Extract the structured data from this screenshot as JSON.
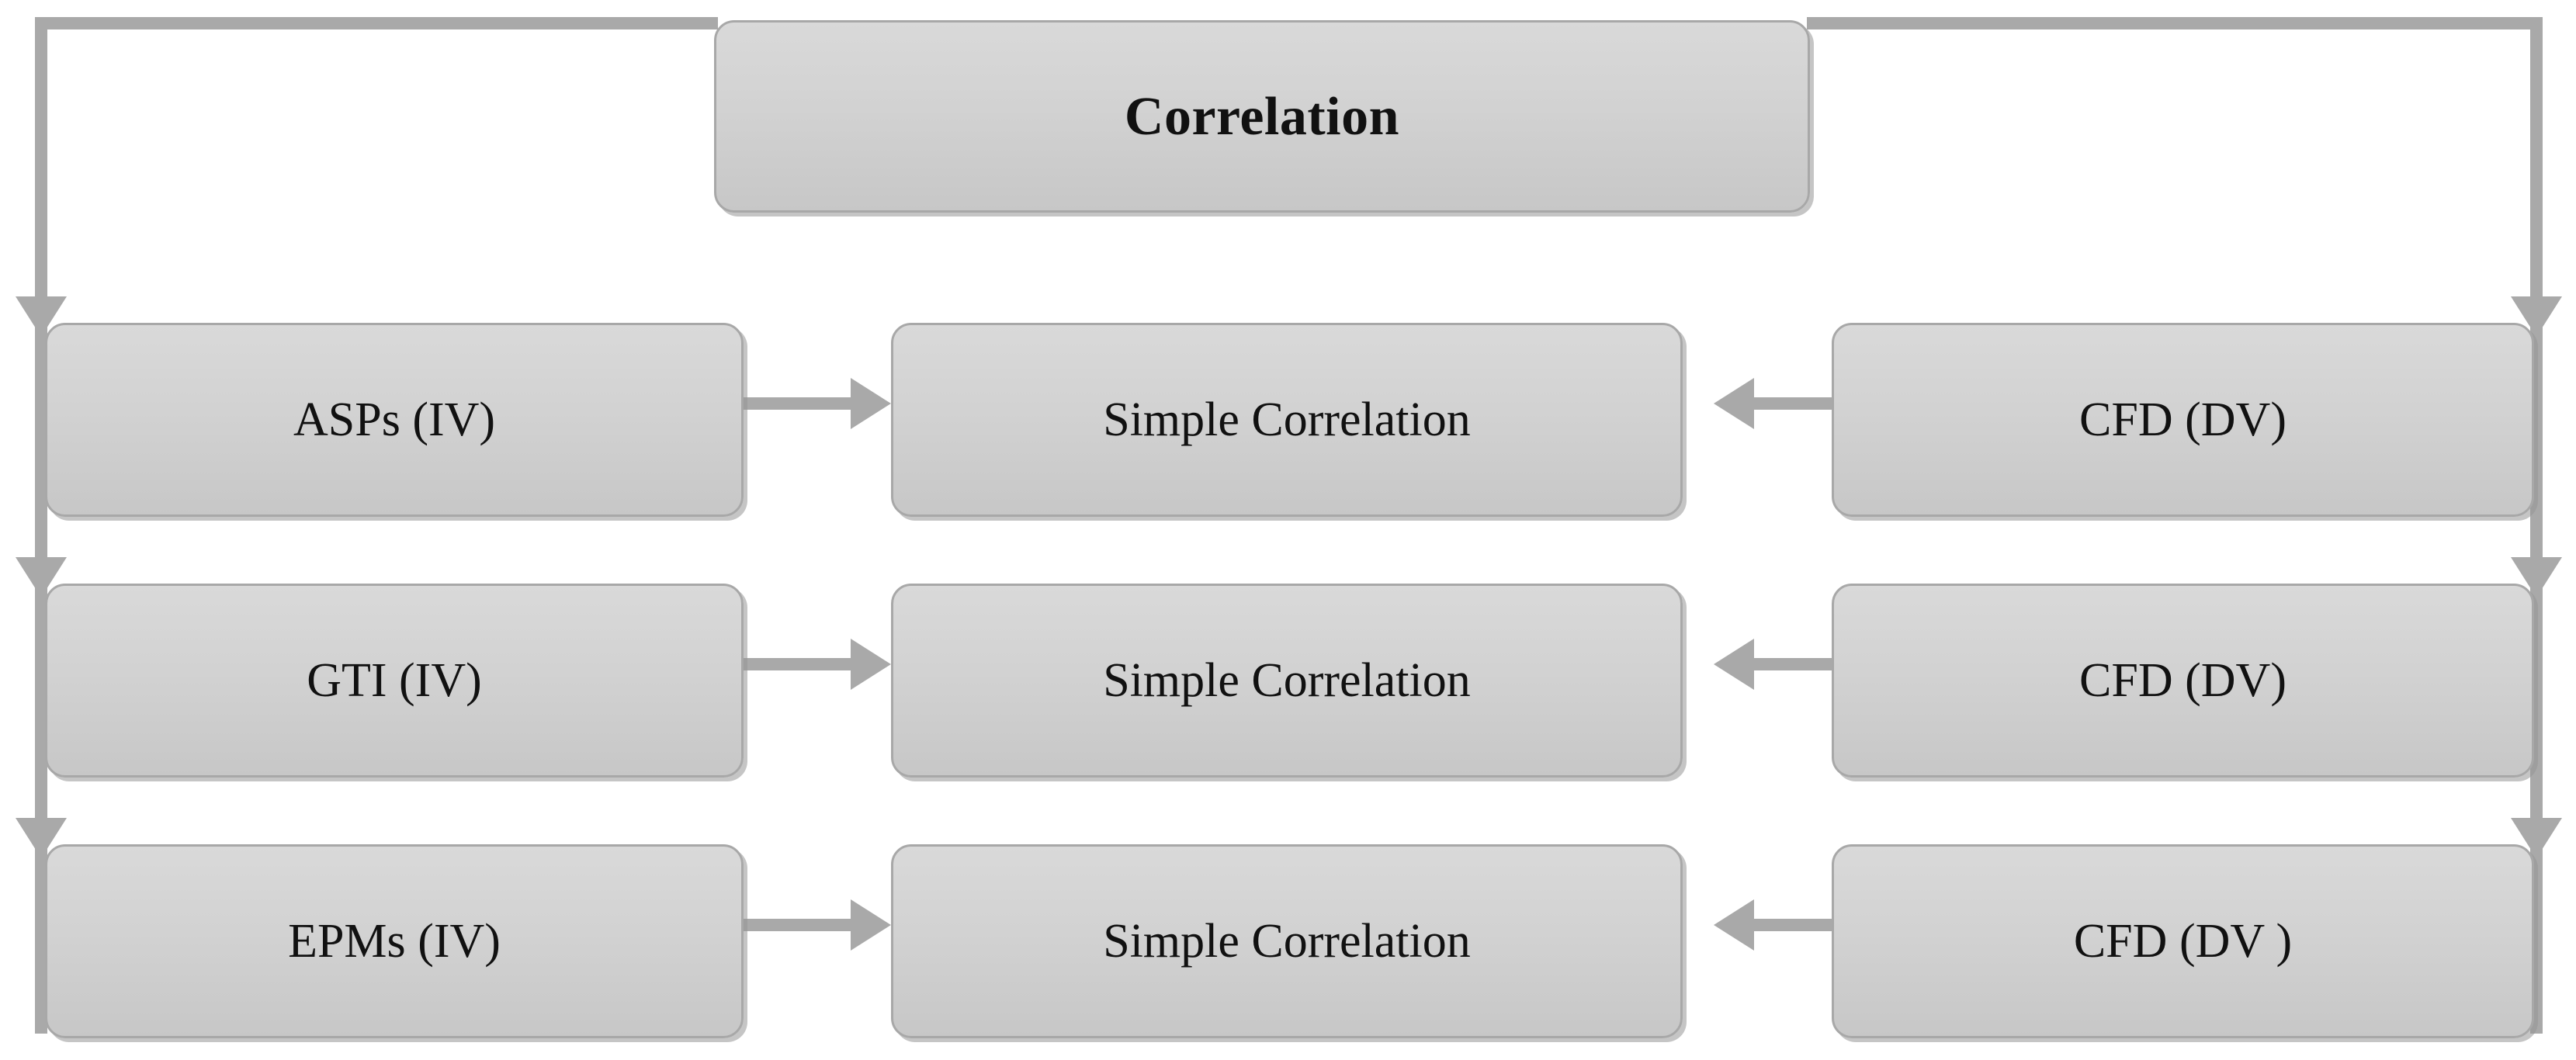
{
  "diagram": {
    "title": "Correlation",
    "header": {
      "label": "Correlation"
    },
    "rows": [
      {
        "independent": "ASPs (IV)",
        "method": "Simple Correlation",
        "dependent": "CFD (DV)"
      },
      {
        "independent": "GTI (IV)",
        "method": "Simple Correlation",
        "dependent": "CFD (DV)"
      },
      {
        "independent": "EPMs (IV)",
        "method": "Simple Correlation",
        "dependent": "CFD (DV )"
      }
    ],
    "colors": {
      "node_fill_top": "#d9d9d9",
      "node_fill_bottom": "#c7c7c7",
      "node_border": "#a8a8a8",
      "connector": "#a9a9a9",
      "text": "#111111",
      "background": "#ffffff"
    },
    "connectors": [
      {
        "name": "header-to-left-column",
        "direction": "down"
      },
      {
        "name": "header-to-right-column",
        "direction": "down"
      },
      {
        "name": "asps-to-simple-correlation-1",
        "direction": "right"
      },
      {
        "name": "cfd-to-simple-correlation-1",
        "direction": "left"
      },
      {
        "name": "gti-to-simple-correlation-2",
        "direction": "right"
      },
      {
        "name": "cfd-to-simple-correlation-2",
        "direction": "left"
      },
      {
        "name": "epms-to-simple-correlation-3",
        "direction": "right"
      },
      {
        "name": "cfd-to-simple-correlation-3",
        "direction": "left"
      }
    ]
  }
}
